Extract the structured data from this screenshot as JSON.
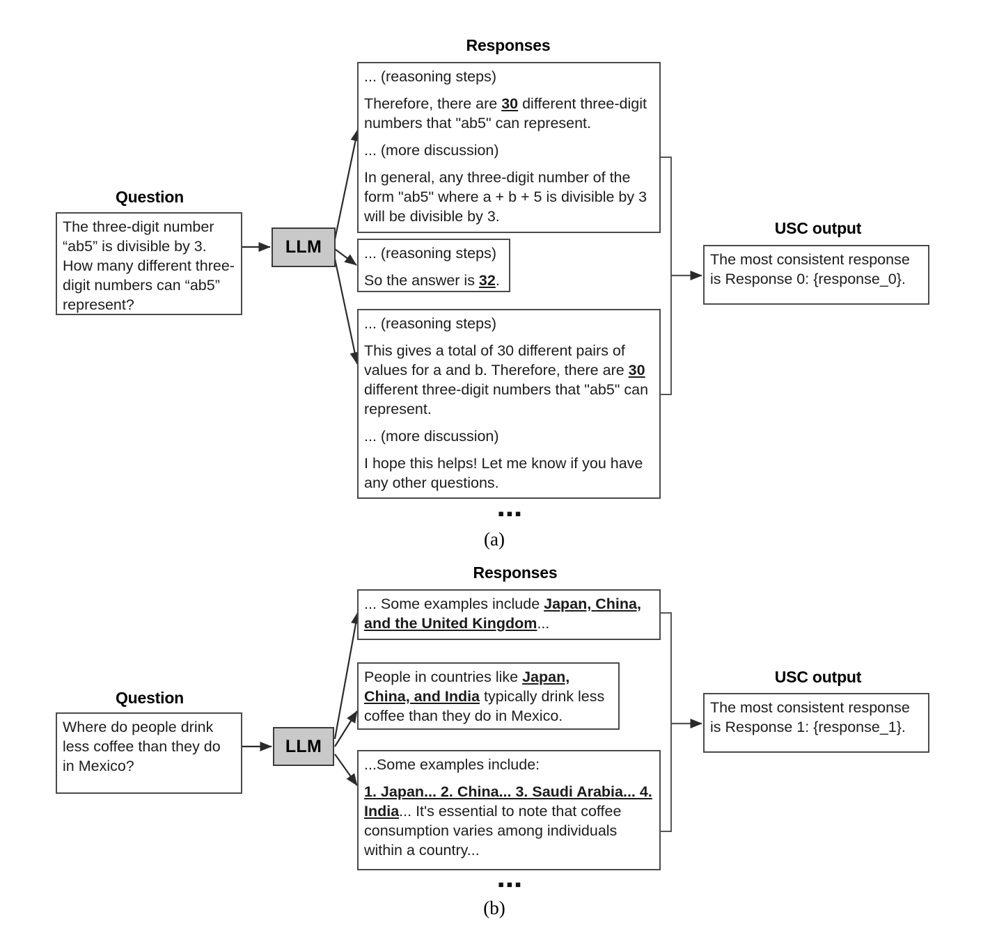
{
  "panels": [
    {
      "id": "a",
      "caption": "(a)",
      "question_header": "Question",
      "question_text": "The three-digit number “ab5” is divisible by 3. How many different three-digit numbers can “ab5” represent?",
      "llm_label": "LLM",
      "responses_header": "Responses",
      "usc_header": "USC output",
      "usc_text": "The most consistent response is Response 0: {response_0}.",
      "ellipsis": "▪▪▪",
      "responses": [
        {
          "lines": [
            "... (reasoning steps)",
            "Therefore, there are <u>30</u> different three-digit numbers that \"ab5\" can represent.",
            "... (more discussion)",
            "In general, any three-digit number of the form \"ab5\" where a + b + 5 is divisible by 3 will be divisible by 3."
          ]
        },
        {
          "lines": [
            "... (reasoning steps)",
            "So the answer is <u>32</u>."
          ]
        },
        {
          "lines": [
            "... (reasoning steps)",
            "This gives a total of 30 different pairs of values for a and b. Therefore, there are <u>30</u> different three-digit numbers that \"ab5\" can represent.",
            "... (more discussion)",
            "I hope this helps! Let me know if you have any other questions."
          ]
        }
      ]
    },
    {
      "id": "b",
      "caption": "(b)",
      "question_header": "Question",
      "question_text": "Where do people drink less coffee than they do in Mexico?",
      "llm_label": "LLM",
      "responses_header": "Responses",
      "usc_header": "USC output",
      "usc_text": "The most consistent response is Response 1: {response_1}.",
      "ellipsis": "▪▪▪",
      "responses": [
        {
          "lines": [
            "... Some examples include <u>Japan, China, and the United Kingdom</u>..."
          ]
        },
        {
          "lines": [
            "People in countries like <u>Japan, China, and India</u> typically drink less coffee than they do in Mexico."
          ]
        },
        {
          "lines": [
            "...Some examples include:",
            "<u>1. Japan... 2. China... 3. Saudi Arabia... 4. India</u>... It's essential to note that coffee consumption varies among individuals within a country..."
          ]
        }
      ]
    }
  ],
  "colors": {
    "llm_fill": "#c9c9c9",
    "box_border": "#4a4a4a",
    "arrow": "#333333",
    "background": "#ffffff"
  }
}
